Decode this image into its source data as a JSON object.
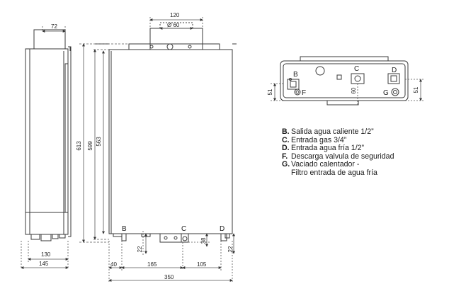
{
  "dims": {
    "d72": "72",
    "d120": "120",
    "d60dia": "Ø 60",
    "d613": "613",
    "d599": "599",
    "d563": "563",
    "d130": "130",
    "d145": "145",
    "d40": "40",
    "d165": "165",
    "d105": "105",
    "d350": "350",
    "d22a": "22",
    "d38": "38",
    "d22b": "22",
    "d51l": "51",
    "d51r": "51",
    "d60": "60"
  },
  "labels": {
    "B": "B",
    "C": "C",
    "D": "D",
    "F": "F",
    "G": "G"
  },
  "legend": [
    {
      "key": "B.",
      "text": "Salida agua caliente 1/2”"
    },
    {
      "key": "C.",
      "text": "Entrada gas 3/4”"
    },
    {
      "key": "D.",
      "text": "Entrada agua fría 1/2”"
    },
    {
      "key": "F.",
      "text": "Descarga valvula de seguridad"
    },
    {
      "key": "G.",
      "text": "Vaciado calentador -",
      "extra": "Filtro entrada de agua fría"
    }
  ],
  "colors": {
    "line": "#3a3a3a",
    "dash": "#555555"
  }
}
